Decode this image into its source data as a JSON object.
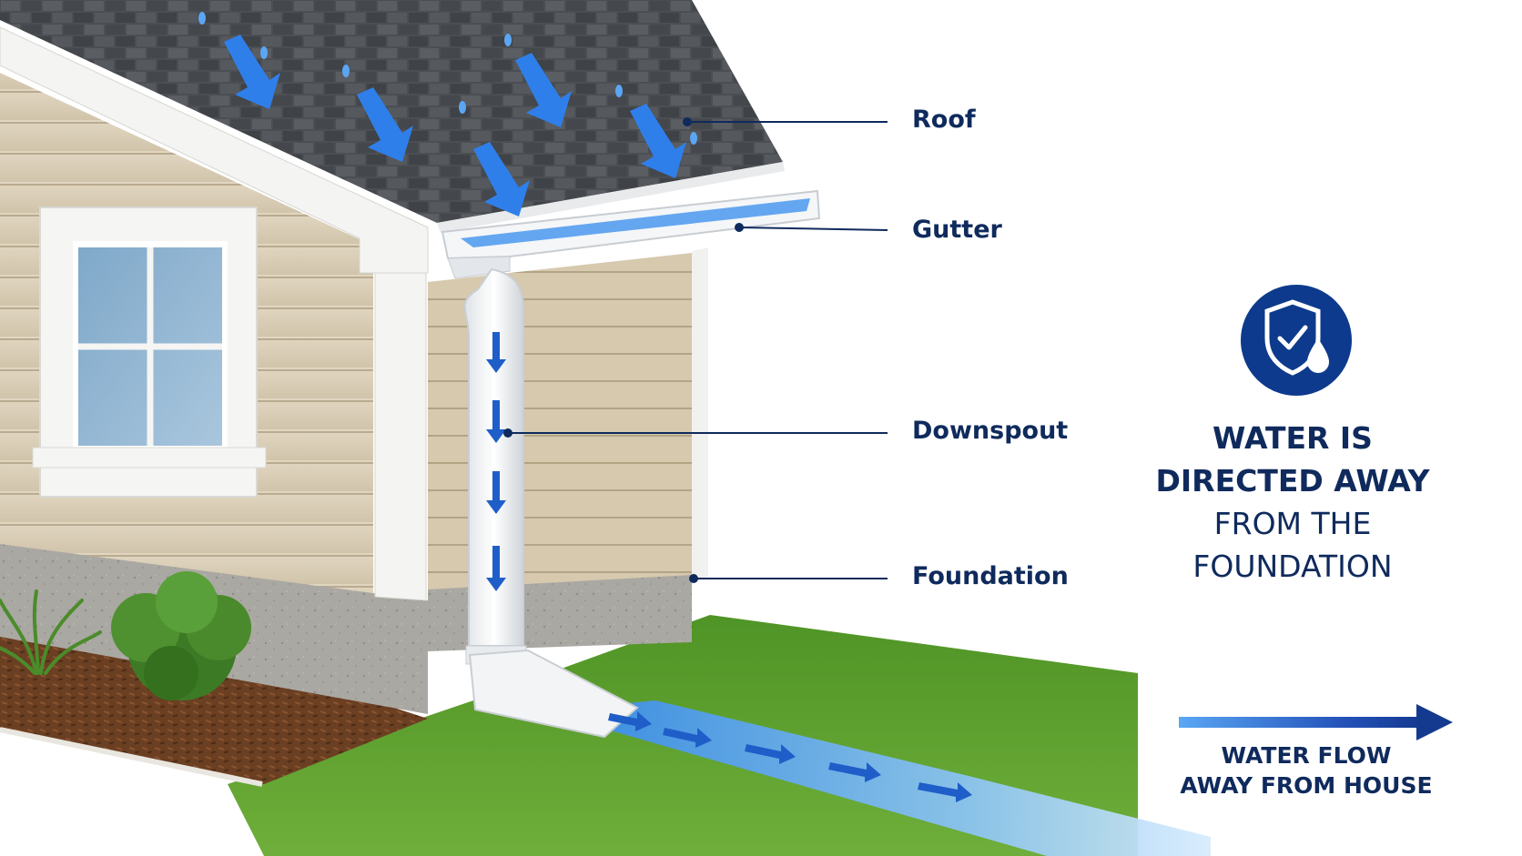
{
  "labels": {
    "roof": "Roof",
    "gutter": "Gutter",
    "downspout": "Downspout",
    "foundation": "Foundation"
  },
  "message": {
    "line1": "WATER IS",
    "line2": "DIRECTED AWAY",
    "line3": "FROM THE",
    "line4": "FOUNDATION"
  },
  "flow": {
    "line1": "WATER FLOW",
    "line2": "AWAY FROM HOUSE"
  },
  "icons": {
    "badge": "shield-check-droplet-icon",
    "flow_arrow": "arrow-right-icon"
  },
  "colors": {
    "navy": "#0f2a5c",
    "badge_blue": "#0d3a8c",
    "water_blue": "#2a7fe0",
    "siding": "#d9cdb6",
    "shingle": "#4a4d52",
    "grass": "#5a9a2e",
    "mulch": "#6b3f22",
    "concrete": "#a8a6a0"
  }
}
